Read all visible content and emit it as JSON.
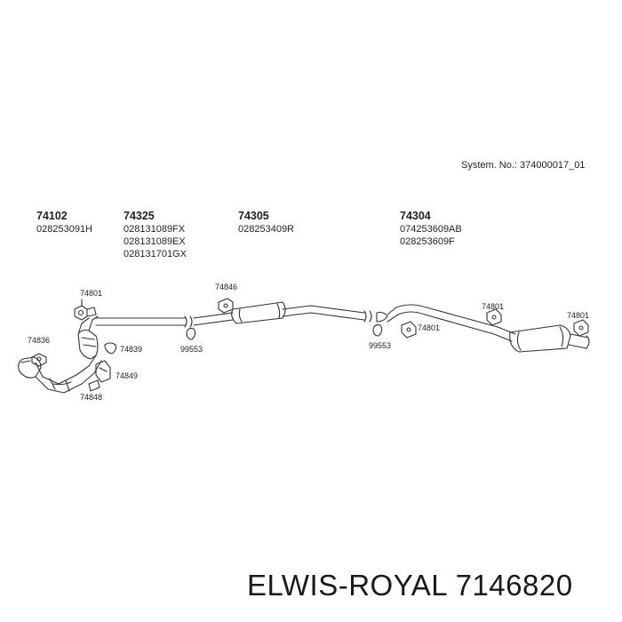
{
  "system_label": "System. No.: 374000017_01",
  "groups": [
    {
      "part": "74102",
      "oems": [
        "028253091H"
      ]
    },
    {
      "part": "74325",
      "oems": [
        "028131089FX",
        "028131089EX",
        "028131701GX"
      ]
    },
    {
      "part": "74305",
      "oems": [
        "028253409R"
      ]
    },
    {
      "part": "74304",
      "oems": [
        "074253609AB",
        "028253609F"
      ]
    }
  ],
  "callouts": [
    "74801",
    "74846",
    "74836",
    "74839",
    "74849",
    "74848",
    "99553",
    "99553",
    "74801",
    "74801",
    "74801"
  ],
  "footer": "ELWIS-ROYAL 7146820"
}
